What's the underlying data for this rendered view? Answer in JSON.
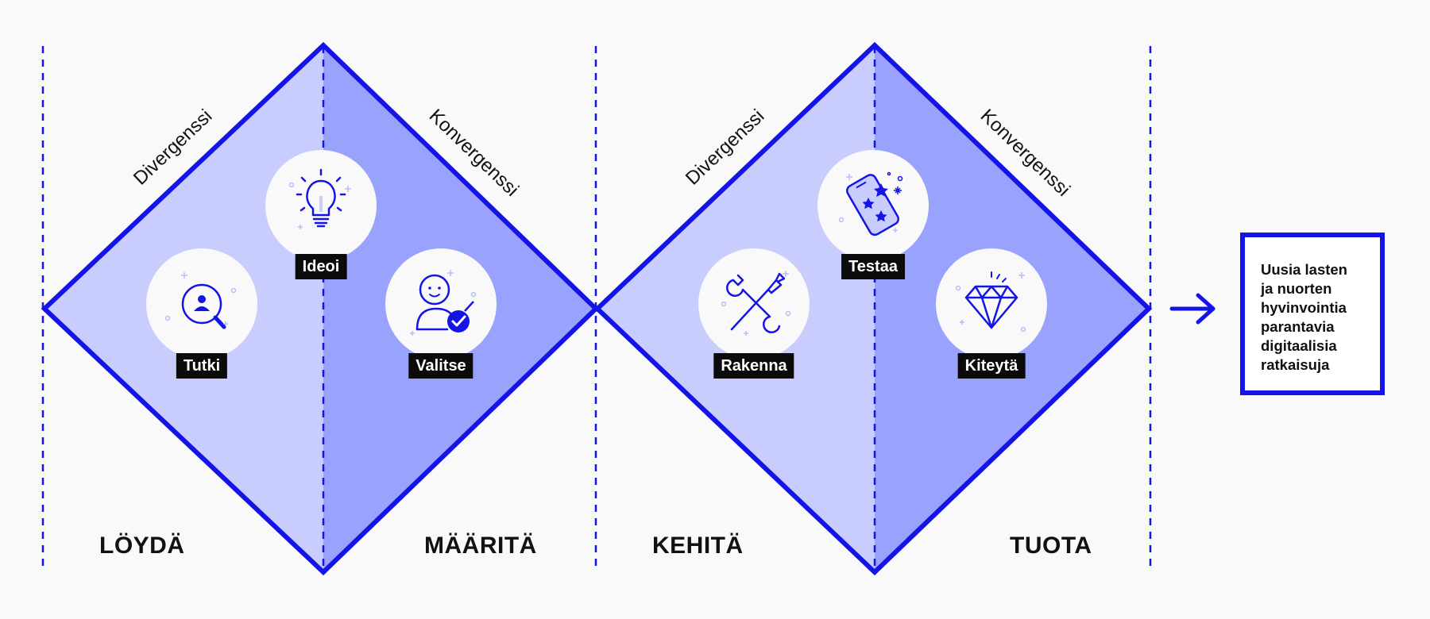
{
  "phases": [
    {
      "key": "loyda",
      "label": "LÖYDÄ"
    },
    {
      "key": "maarita",
      "label": "MÄÄRITÄ"
    },
    {
      "key": "kehita",
      "label": "KEHITÄ"
    },
    {
      "key": "tuota",
      "label": "TUOTA"
    }
  ],
  "diamonds": [
    {
      "divergence_label": "Divergenssi",
      "convergence_label": "Konvergenssi"
    },
    {
      "divergence_label": "Divergenssi",
      "convergence_label": "Konvergenssi"
    }
  ],
  "steps": [
    {
      "label": "Tutki",
      "icon": "search-person-icon"
    },
    {
      "label": "Ideoi",
      "icon": "lightbulb-icon"
    },
    {
      "label": "Valitse",
      "icon": "person-check-icon"
    },
    {
      "label": "Rakenna",
      "icon": "tools-icon"
    },
    {
      "label": "Testaa",
      "icon": "phone-stars-icon"
    },
    {
      "label": "Kiteytä",
      "icon": "diamond-icon"
    }
  ],
  "output": {
    "lines": [
      "Uusia lasten",
      "ja nuorten",
      "hyvinvointia",
      "parantavia",
      "digitaalisia",
      "ratkaisuja"
    ],
    "arrow_icon": "arrow-right-icon"
  },
  "colors": {
    "stroke": "#1414e6",
    "diverge_fill": "#c9cdfd",
    "converge_fill": "#99a2fc",
    "background": "#f9f9f9",
    "tag_background": "#0b0b0b"
  }
}
